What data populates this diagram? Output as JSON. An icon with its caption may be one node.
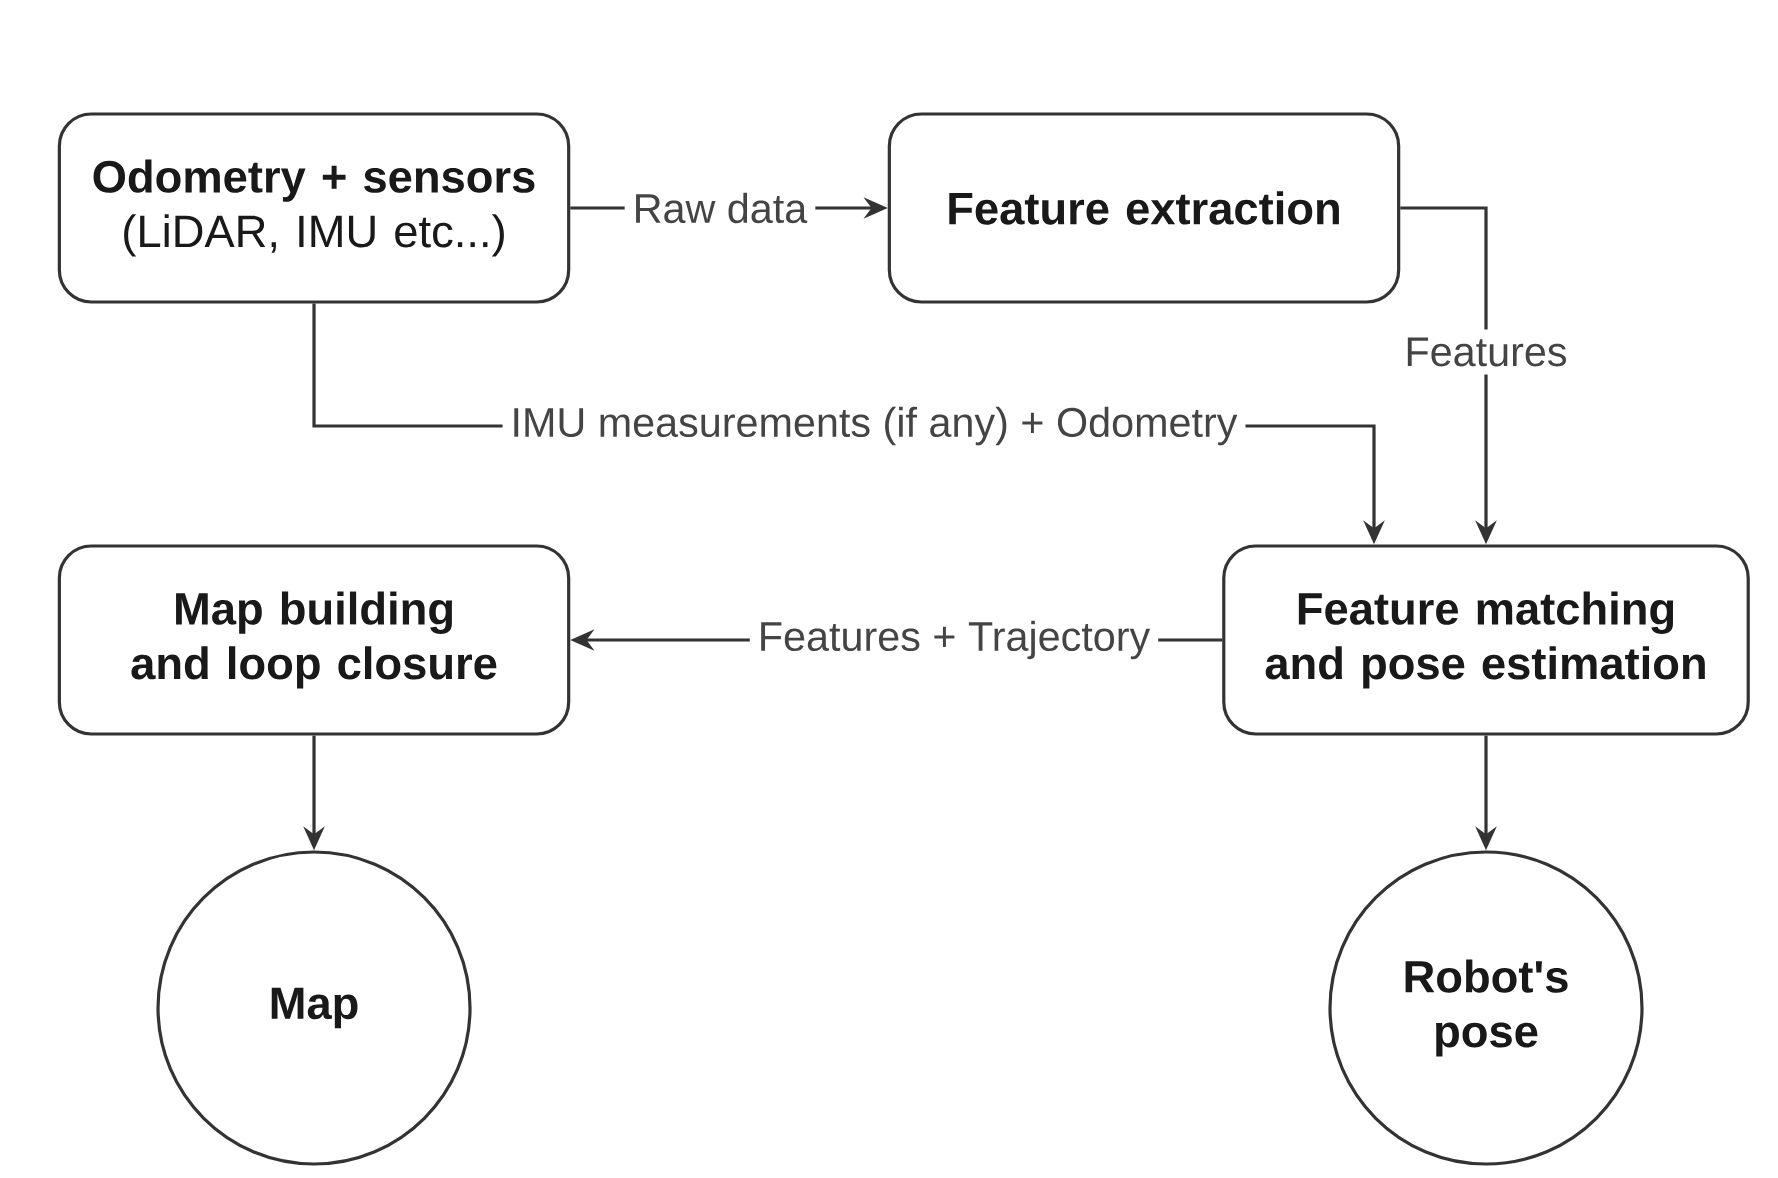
{
  "diagram": {
    "nodes": [
      {
        "text": [
          "Odometry + sensors",
          "(LiDAR, IMU etc...)"
        ]
      },
      {
        "text": [
          "Feature extraction"
        ]
      },
      {
        "text": [
          "Map building and loop closure"
        ]
      },
      {
        "text": [
          "Feature matching and pose estimation"
        ]
      },
      {
        "text": [
          "Map"
        ]
      },
      {
        "text": [
          "Robot's pose"
        ]
      }
    ],
    "edges": [
      {
        "from": 0,
        "to": 1,
        "arrow": "to",
        "label": "Raw data"
      },
      {
        "from": 1,
        "to": 3,
        "arrow": "to",
        "label": "Features"
      },
      {
        "from": 0,
        "to": 3,
        "arrow": "to",
        "label": "IMU measurements (if any) + Odometry"
      },
      {
        "from": 3,
        "to": 2,
        "arrow": "to",
        "label": "Features + Trajectory"
      },
      {
        "from": 2,
        "to": 4,
        "arrow": "to"
      },
      {
        "from": 3,
        "to": 5,
        "arrow": "to"
      }
    ]
  }
}
